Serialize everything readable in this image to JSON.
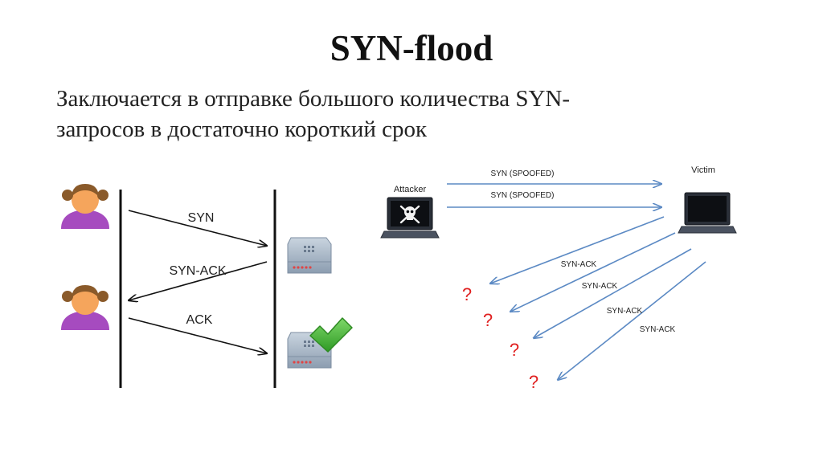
{
  "slide": {
    "title": "SYN-flood",
    "body_lines": [
      "Заключается в отправке большого количества SYN-",
      "запросов  в достаточно короткий срок"
    ]
  },
  "handshake": {
    "steps": [
      "SYN",
      "SYN-ACK",
      "ACK"
    ]
  },
  "flood": {
    "attacker_label": "Attacker",
    "victim_label": "Victim",
    "spoofed_requests": [
      "SYN (SPOOFED)",
      "SYN (SPOOFED)"
    ],
    "replies": [
      "SYN-ACK",
      "SYN-ACK",
      "SYN-ACK",
      "SYN-ACK"
    ],
    "unknown_marks": [
      "?",
      "?",
      "?",
      "?"
    ]
  },
  "colors": {
    "person_body": "#a64bbf",
    "person_face": "#f5a55c",
    "person_hair": "#8a5a2a",
    "arrow_blue": "#5c8ac4",
    "question_red": "#e02020",
    "check_green": "#4bb53a",
    "device_body": "#9fb0c2"
  },
  "icons": {
    "person": "person-icon",
    "server": "server-icon",
    "check": "check-icon",
    "laptop": "laptop-icon",
    "skull": "skull-icon"
  }
}
